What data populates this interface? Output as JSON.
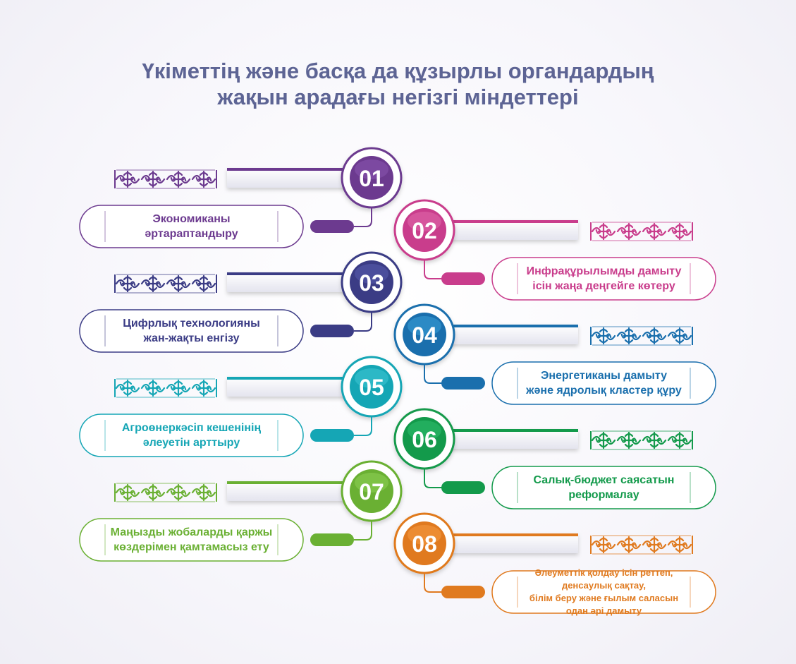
{
  "title": {
    "line1": "Үкіметтің және басқа да құзырлы органдардың",
    "line2": "жақын арадағы негізгі міндеттері"
  },
  "steps": [
    {
      "number": "01",
      "line1": "Экономиканы",
      "line2": "әртараптандыру",
      "color": "#6c3a8f",
      "light": "#8a55b0",
      "side": "left"
    },
    {
      "number": "02",
      "line1": "Инфрақұрылымды дамыту",
      "line2": "ісін жаңа деңгейге көтеру",
      "color": "#c93d8c",
      "light": "#e06aab",
      "side": "right"
    },
    {
      "number": "03",
      "line1": "Цифрлық технологияны",
      "line2": "жан-жақты енгізу",
      "color": "#3b3c85",
      "light": "#5a5cae",
      "side": "left"
    },
    {
      "number": "04",
      "line1": "Энергетиканы дамыту",
      "line2": "және ядролық кластер құру",
      "color": "#1a6fad",
      "light": "#3aa0d8",
      "side": "right"
    },
    {
      "number": "05",
      "line1": "Агроөнеркәсіп кешенінің",
      "line2": "әлеуетін арттыру",
      "color": "#15a6b5",
      "light": "#3fc6d3",
      "side": "left"
    },
    {
      "number": "06",
      "line1": "Салық-бюджет саясатын",
      "line2": "реформалау",
      "color": "#139a4b",
      "light": "#2fc070",
      "side": "right"
    },
    {
      "number": "07",
      "line1": "Маңызды жобаларды қаржы",
      "line2": "көздерімен қамтамасыз ету",
      "color": "#6ab033",
      "light": "#8ed155",
      "side": "left"
    },
    {
      "number": "08",
      "line1": "Әлеуметтік қолдау ісін реттеп, денсаулық сақтау,",
      "line2": "білім беру және ғылым саласын одан әрі дамыту",
      "color": "#e07a1f",
      "light": "#f59a42",
      "side": "right"
    }
  ]
}
